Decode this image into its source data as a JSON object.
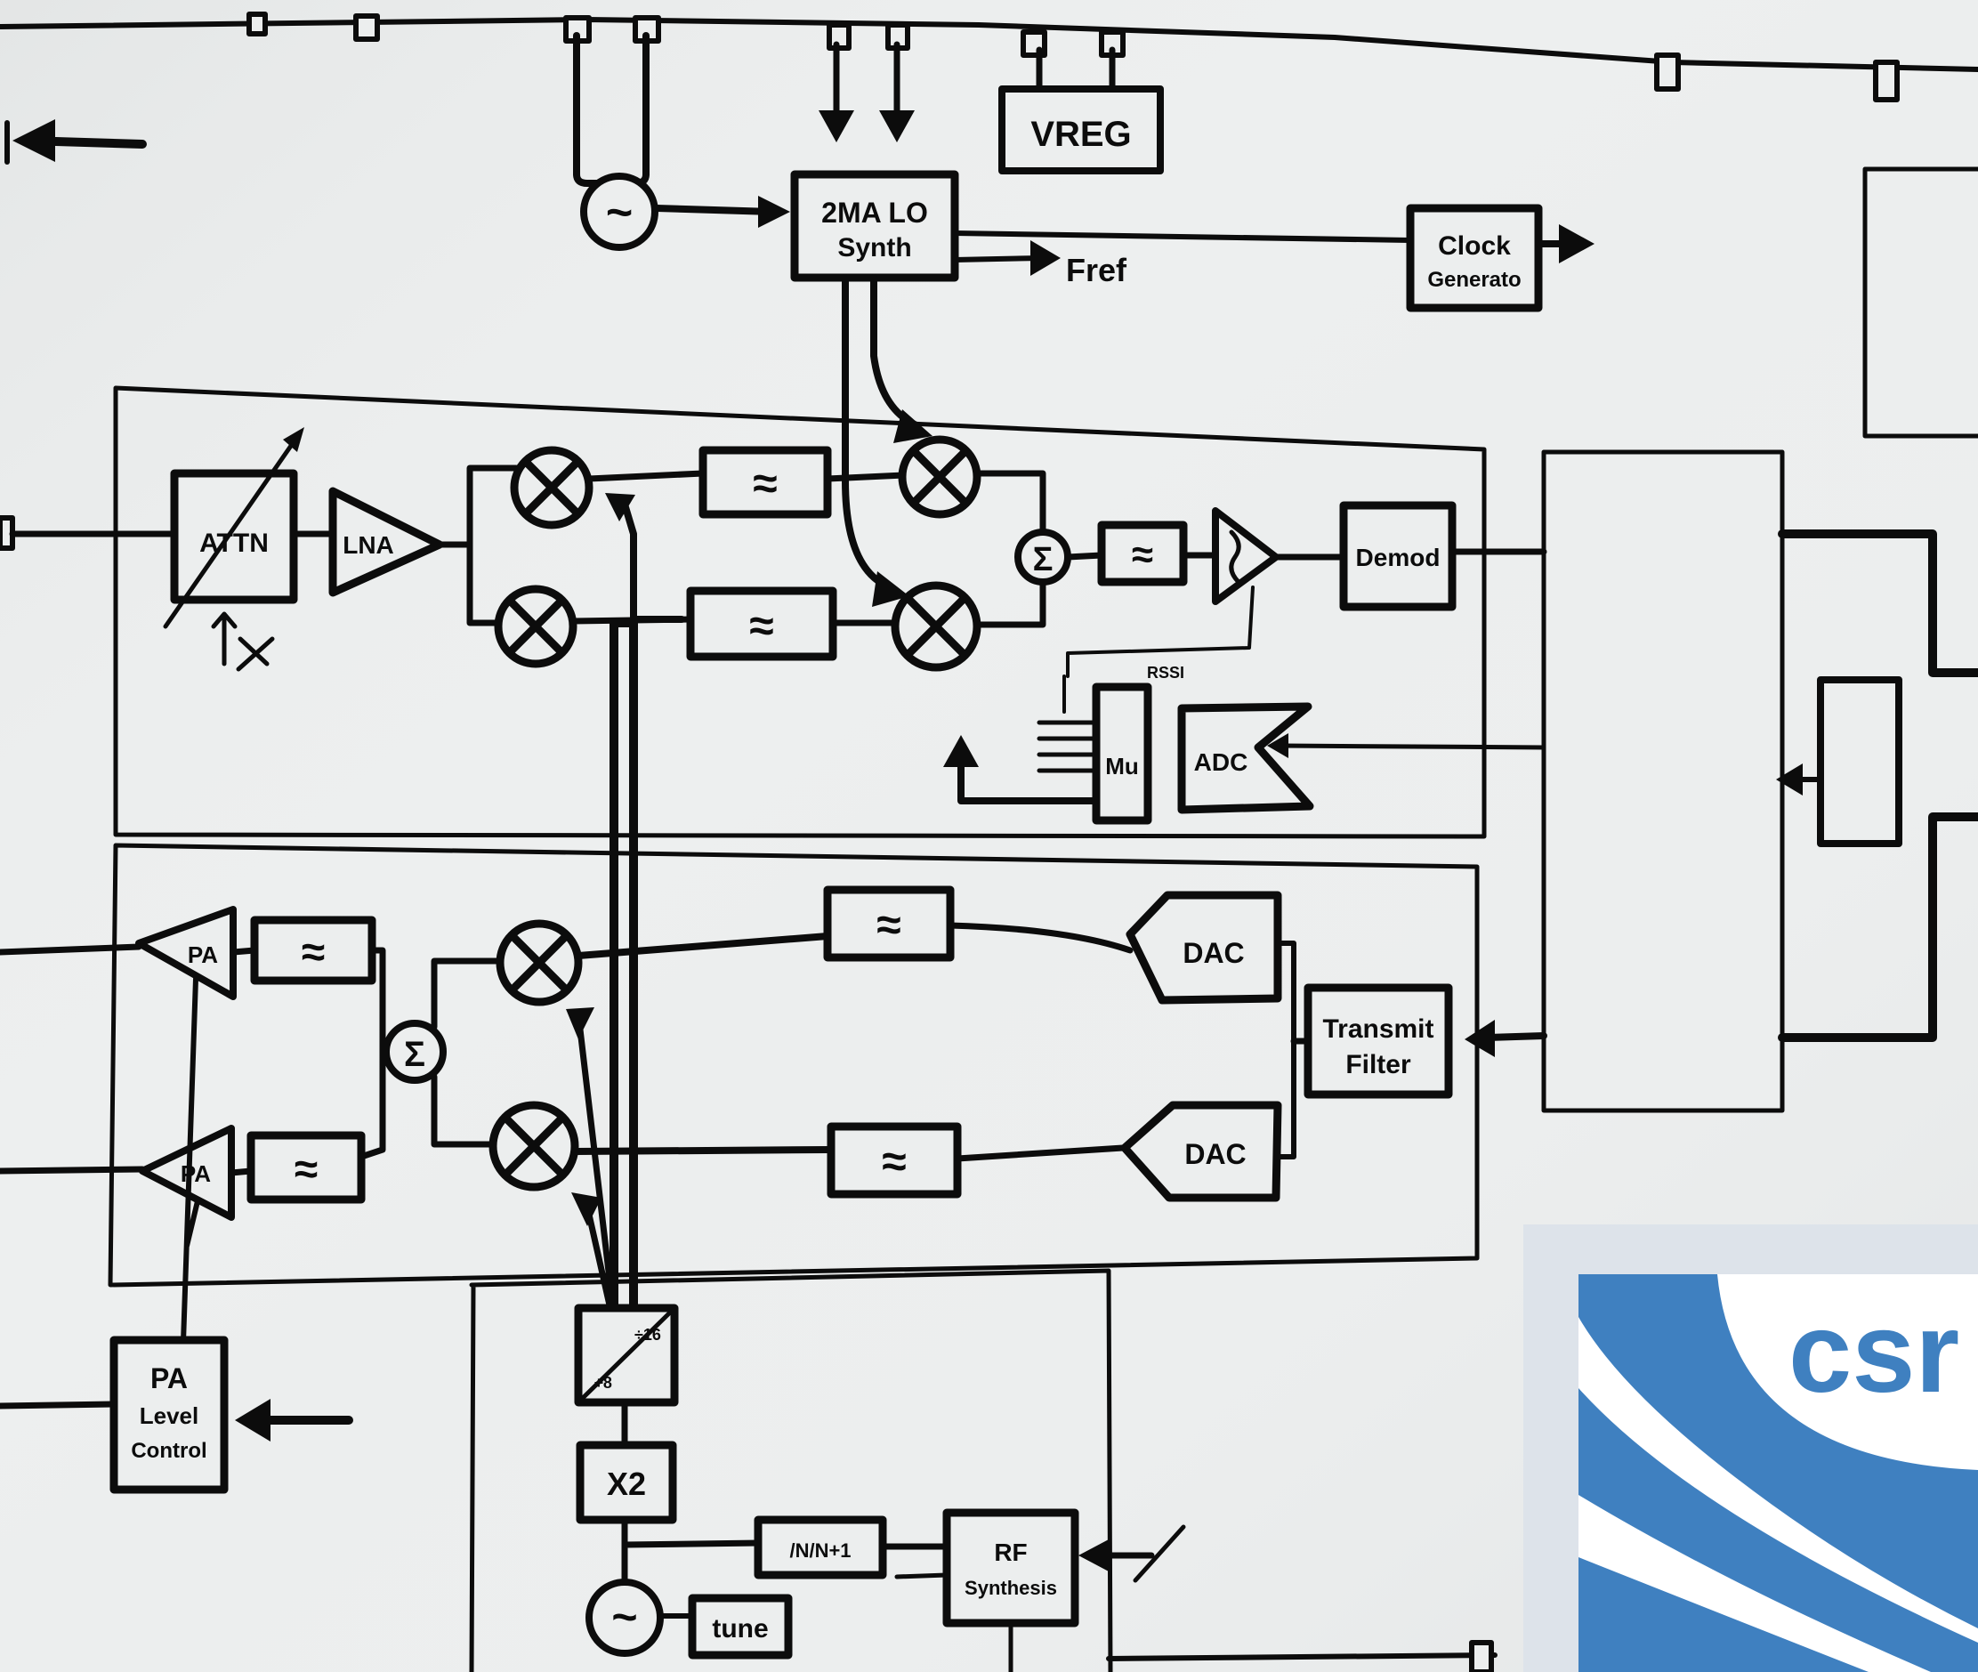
{
  "diagram": {
    "blocks": {
      "vreg": "VREG",
      "lo_synth_line1": "2MA LO",
      "lo_synth_line2": "Synth",
      "fref": "Fref",
      "clock_gen_line1": "Clock",
      "clock_gen_line2": "Generato",
      "attn": "ATTN",
      "lna": "LNA",
      "sum_rx": "Σ",
      "sum_tx": "Σ",
      "demod": "Demod",
      "rssi": "RSSI",
      "mux": "Mu",
      "adc": "ADC",
      "dac_i": "DAC",
      "dac_q": "DAC",
      "transmit_filter_line1": "Transmit",
      "transmit_filter_line2": "Filter",
      "pa_i": "PA",
      "pa_q": "PA",
      "pa_level_line1": "PA",
      "pa_level_line2": "Level",
      "pa_level_line3": "Control",
      "divider_top": "÷16",
      "divider_bottom": "÷8",
      "x2": "X2",
      "n_divider": "/N/N+1",
      "rf_synth_line1": "RF",
      "rf_synth_line2": "Synthesis",
      "tune": "tune"
    },
    "symbols": {
      "oscillator": "~",
      "filter": "≈"
    }
  },
  "logo": {
    "text": "csr",
    "color": "#3f80c0"
  }
}
